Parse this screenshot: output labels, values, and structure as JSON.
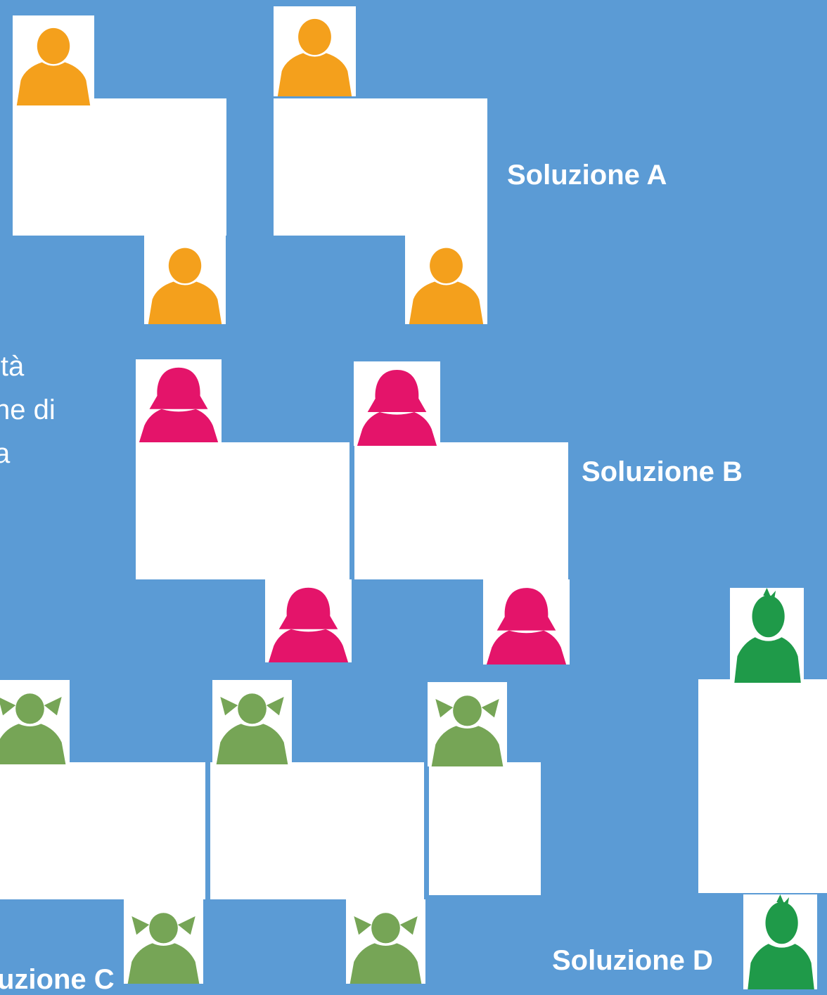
{
  "colors": {
    "background": "#5b9bd5",
    "card": "#ffffff",
    "orange_person": "#f4a01c",
    "pink_person": "#e4146a",
    "light_green_person": "#76a556",
    "green_person": "#1f9a49"
  },
  "icons": {
    "orange": "boy-icon",
    "pink": "girl-icon",
    "light_green": "girl-pigtails-icon",
    "green": "boy-spiky-hair-icon"
  },
  "side_text": {
    "line1": "ità",
    "line2": "ne di",
    "line3": "a"
  },
  "solutions": {
    "a": "Soluzione A",
    "b": "Soluzione B",
    "c": "uzione C",
    "d": "Soluzione D"
  }
}
